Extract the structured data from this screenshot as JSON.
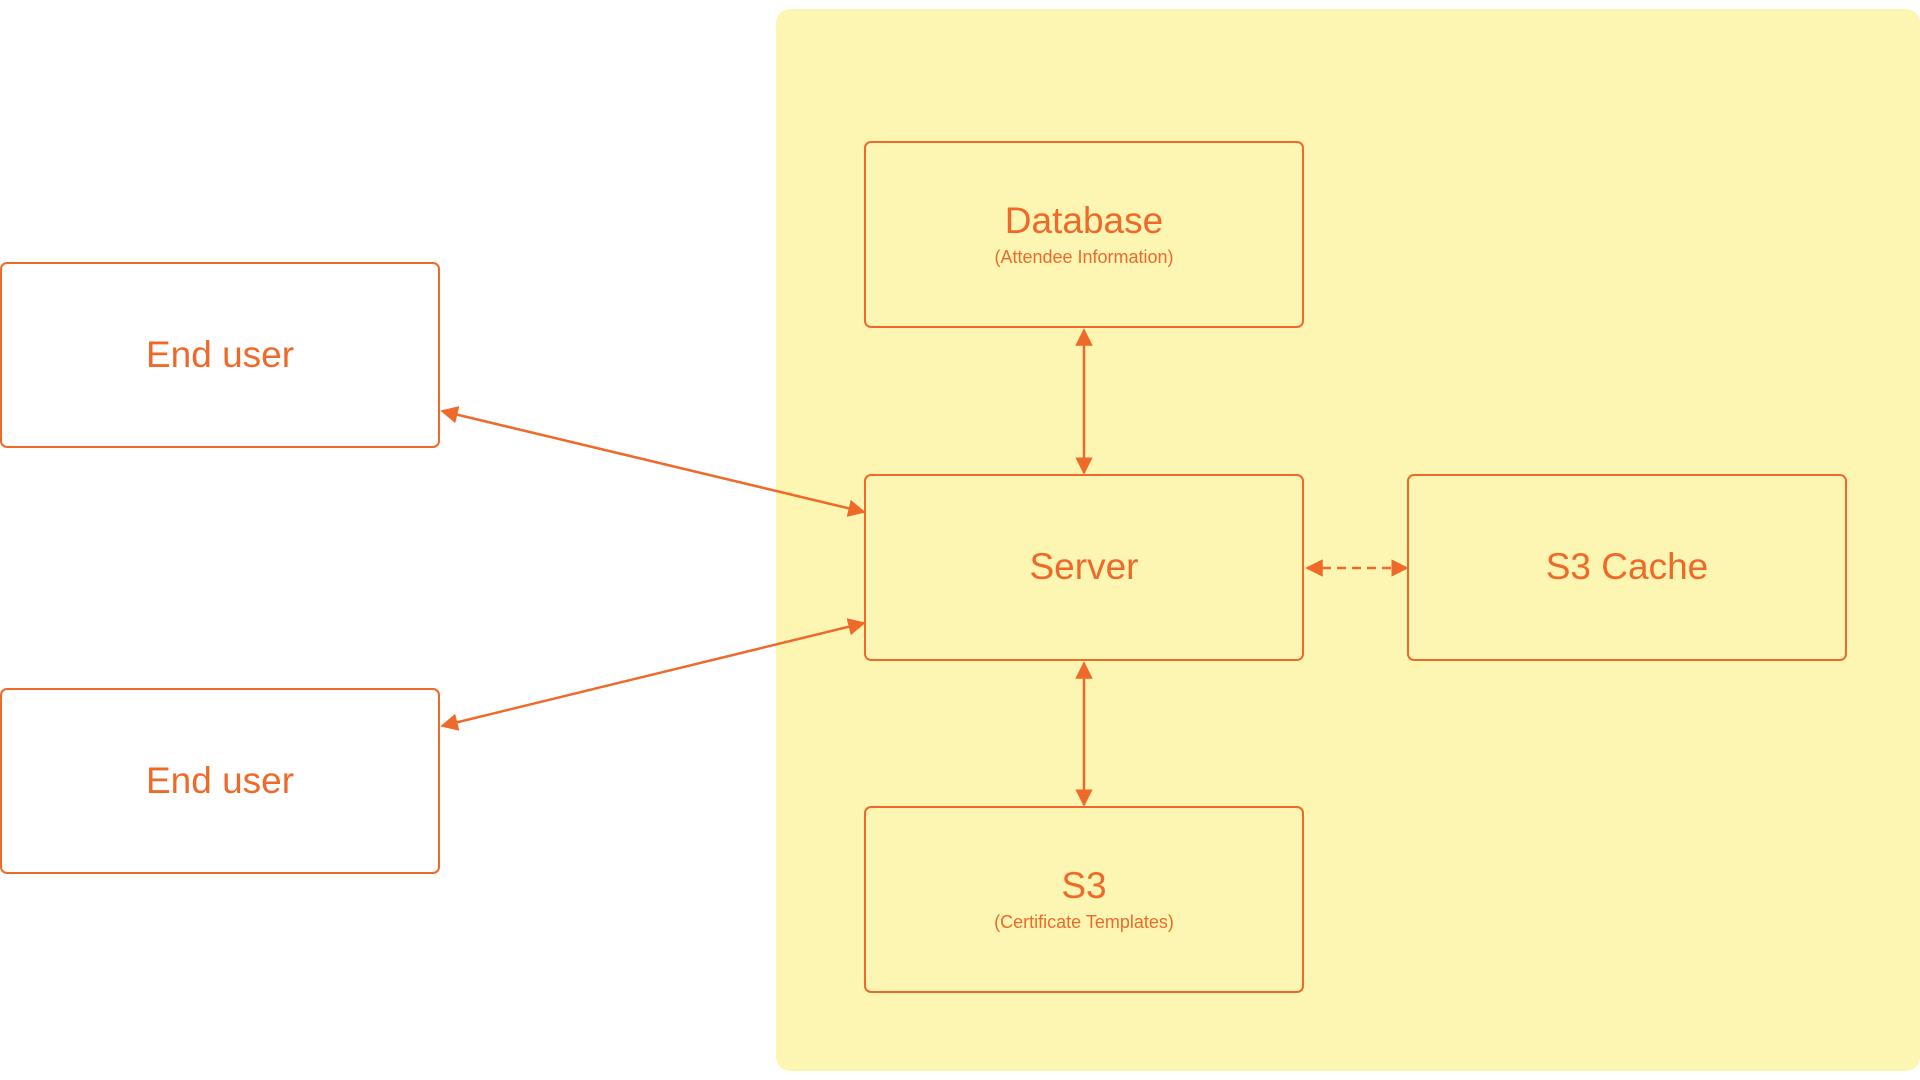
{
  "theme": {
    "accent": "#ef6a2a",
    "region_fill": "#fdf5b2",
    "node_fill": "#ffffff"
  },
  "nodes": {
    "end_user_top": {
      "title": "End user"
    },
    "end_user_bottom": {
      "title": "End user"
    },
    "database": {
      "title": "Database",
      "subtitle": "(Attendee Information)"
    },
    "server": {
      "title": "Server"
    },
    "s3_cache": {
      "title": "S3 Cache"
    },
    "s3": {
      "title": "S3",
      "subtitle": "(Certificate Templates)"
    }
  },
  "edges": [
    {
      "from": "end_user_top",
      "to": "server",
      "style": "solid",
      "direction": "both"
    },
    {
      "from": "end_user_bottom",
      "to": "server",
      "style": "solid",
      "direction": "both"
    },
    {
      "from": "database",
      "to": "server",
      "style": "solid",
      "direction": "both"
    },
    {
      "from": "server",
      "to": "s3",
      "style": "solid",
      "direction": "both"
    },
    {
      "from": "server",
      "to": "s3_cache",
      "style": "dashed",
      "direction": "both"
    }
  ]
}
